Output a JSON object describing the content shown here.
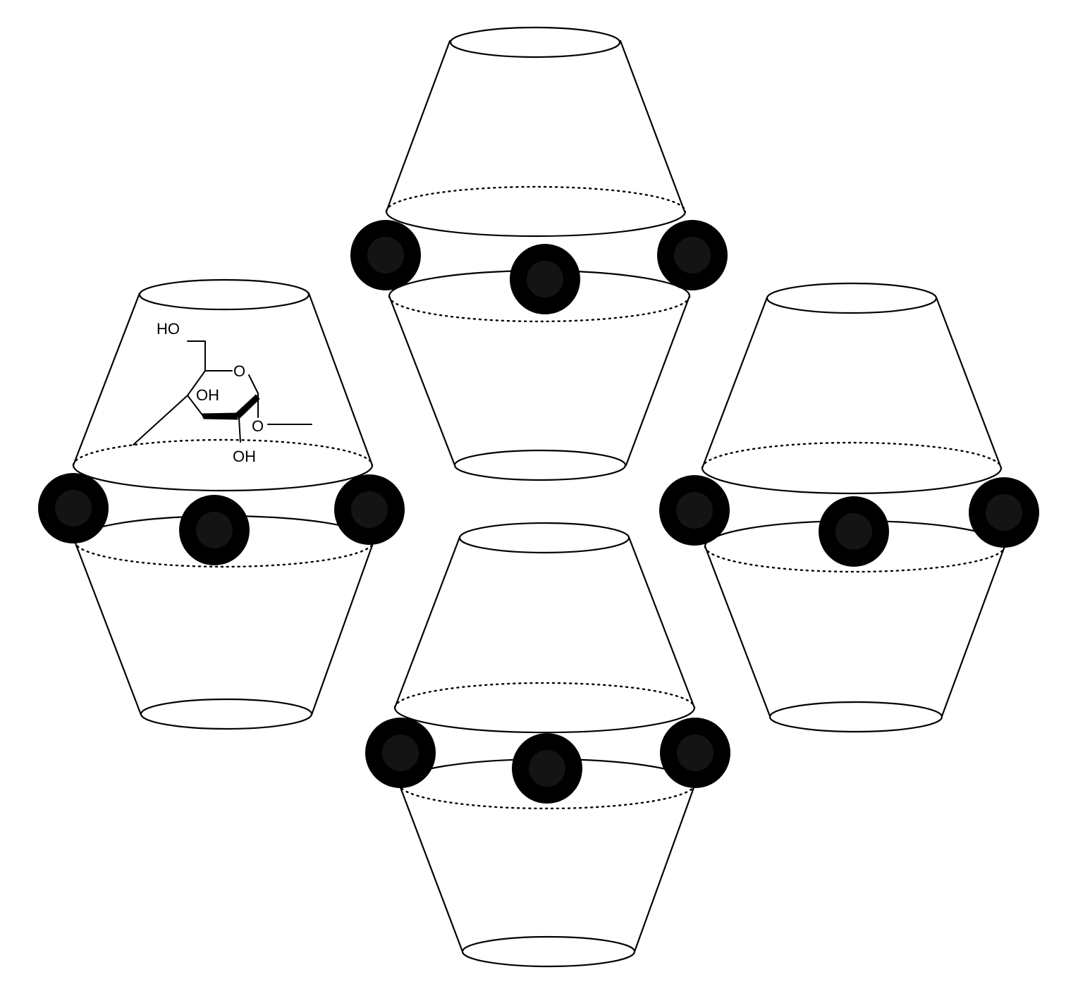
{
  "diagram": {
    "units": [
      {
        "id": "left",
        "beads": 3
      },
      {
        "id": "top",
        "beads": 3
      },
      {
        "id": "right",
        "beads": 3
      },
      {
        "id": "bottom",
        "beads": 3
      }
    ],
    "glucose_unit": {
      "labels": {
        "hydroxymethyl": "HO",
        "ring_oxygen": "O",
        "hydroxyl_3": "OH",
        "glycosidic_oxygen": "O",
        "hydroxyl_2": "OH"
      }
    }
  },
  "colors": {
    "outline": "#000000",
    "bead": "#000000",
    "background": "#ffffff"
  }
}
